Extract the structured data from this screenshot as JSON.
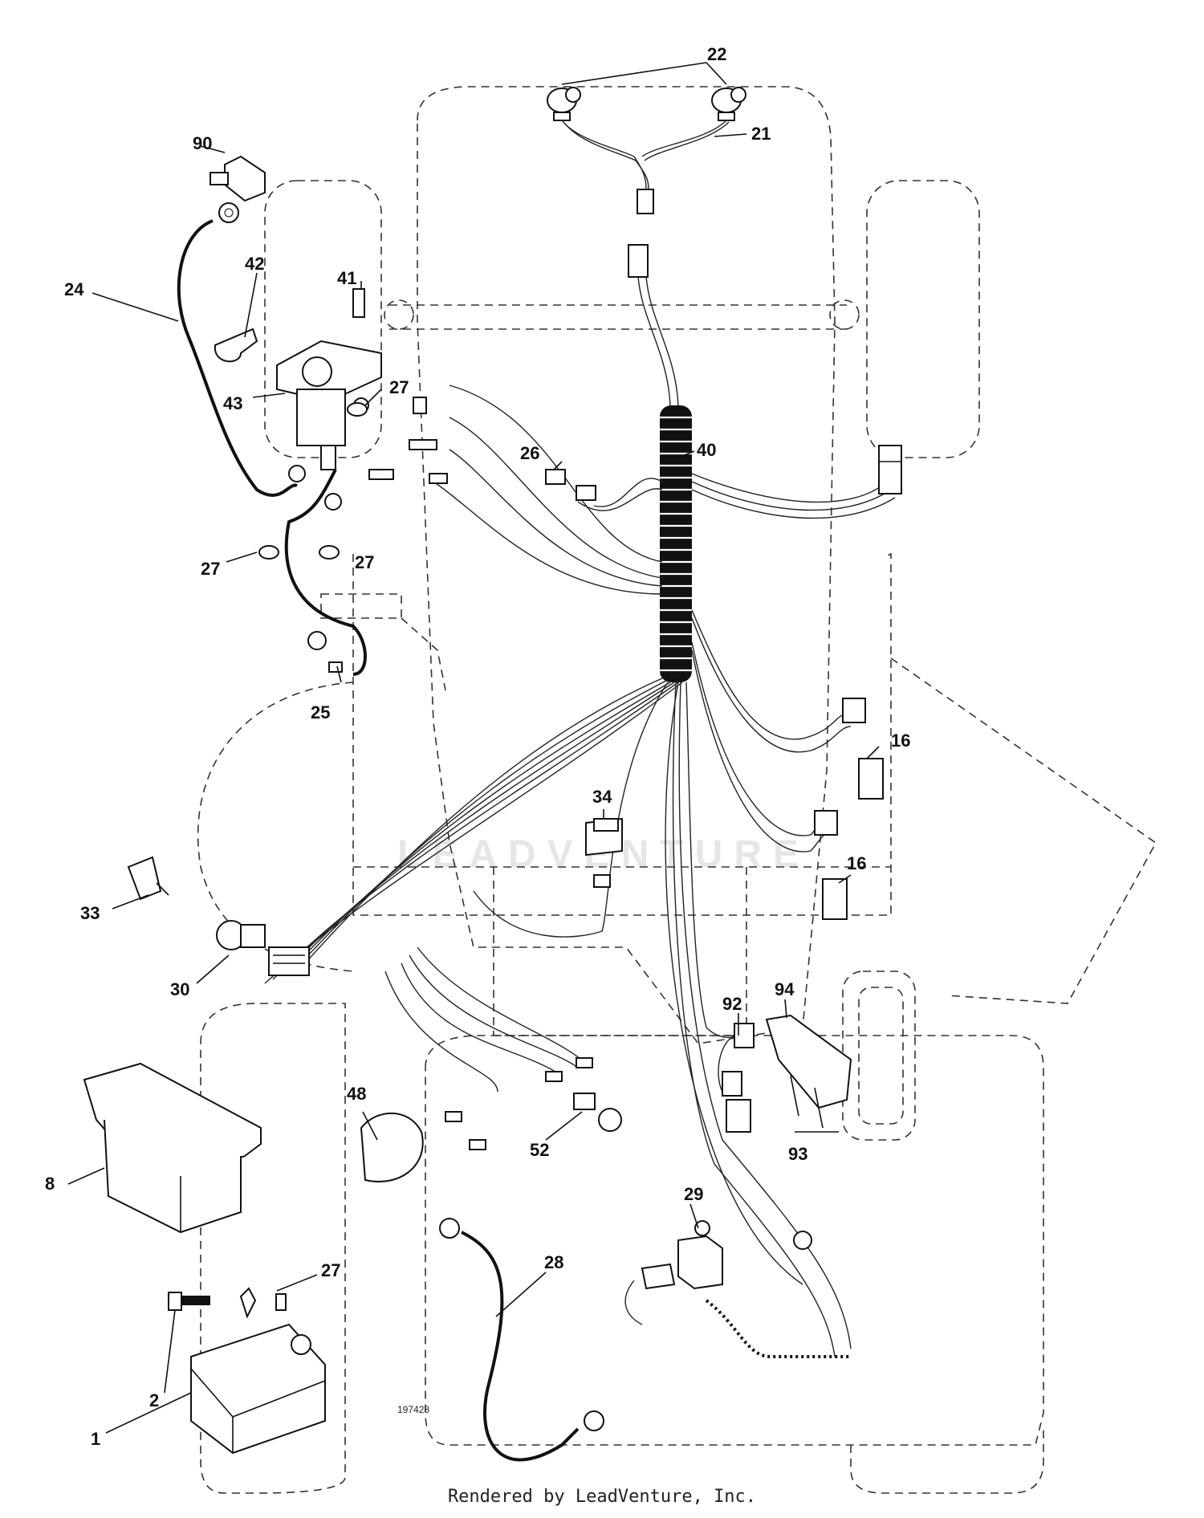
{
  "watermark": "LEADVENTURE",
  "drawing_number": "197428",
  "footer": "Rendered by LeadVenture, Inc.",
  "callouts": {
    "c1": "1",
    "c2": "2",
    "c8": "8",
    "c16a": "16",
    "c16b": "16",
    "c21": "21",
    "c22": "22",
    "c24": "24",
    "c25": "25",
    "c26": "26",
    "c27a": "27",
    "c27b": "27",
    "c27c": "27",
    "c27d": "27",
    "c28": "28",
    "c29": "29",
    "c30": "30",
    "c33": "33",
    "c34": "34",
    "c40": "40",
    "c41": "41",
    "c42": "42",
    "c43": "43",
    "c48": "48",
    "c52": "52",
    "c90": "90",
    "c92": "92",
    "c93": "93",
    "c94": "94"
  }
}
